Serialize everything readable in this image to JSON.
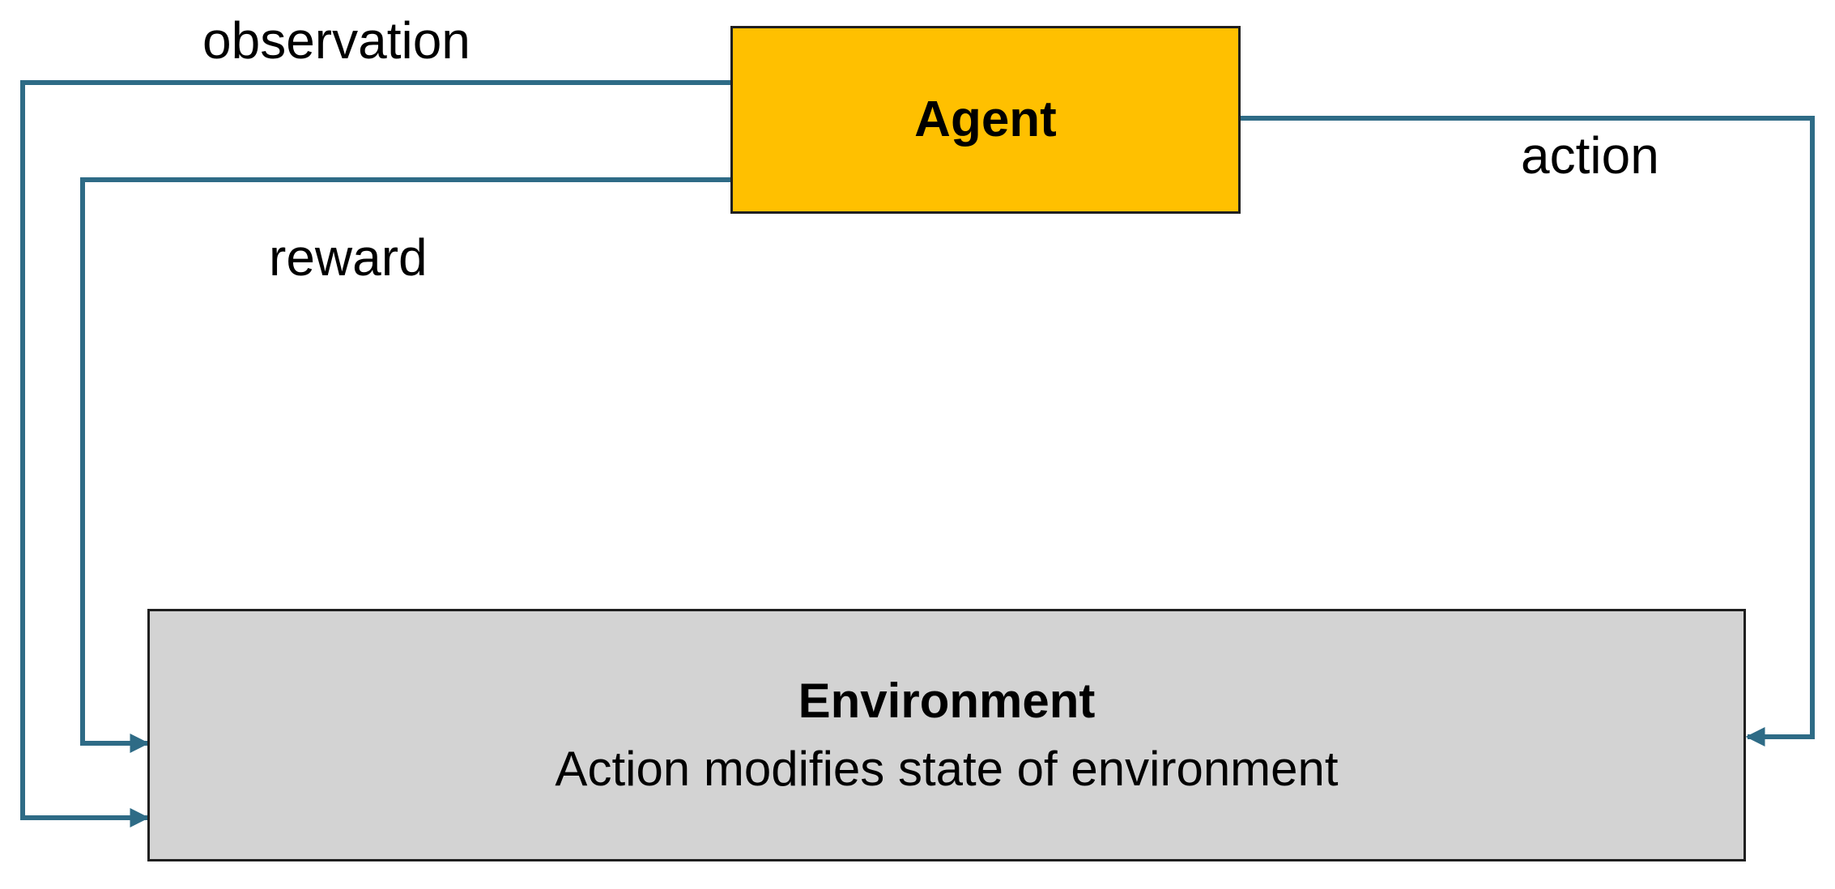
{
  "agent": {
    "label": "Agent"
  },
  "environment": {
    "title": "Environment",
    "description": "Action modifies state of environment"
  },
  "edges": {
    "observation": "observation",
    "action": "action",
    "reward": "reward"
  },
  "colors": {
    "agent_fill": "#ffc000",
    "environment_fill": "#d3d3d3",
    "arrow": "#2e6b86",
    "border": "#1f1f1f"
  }
}
